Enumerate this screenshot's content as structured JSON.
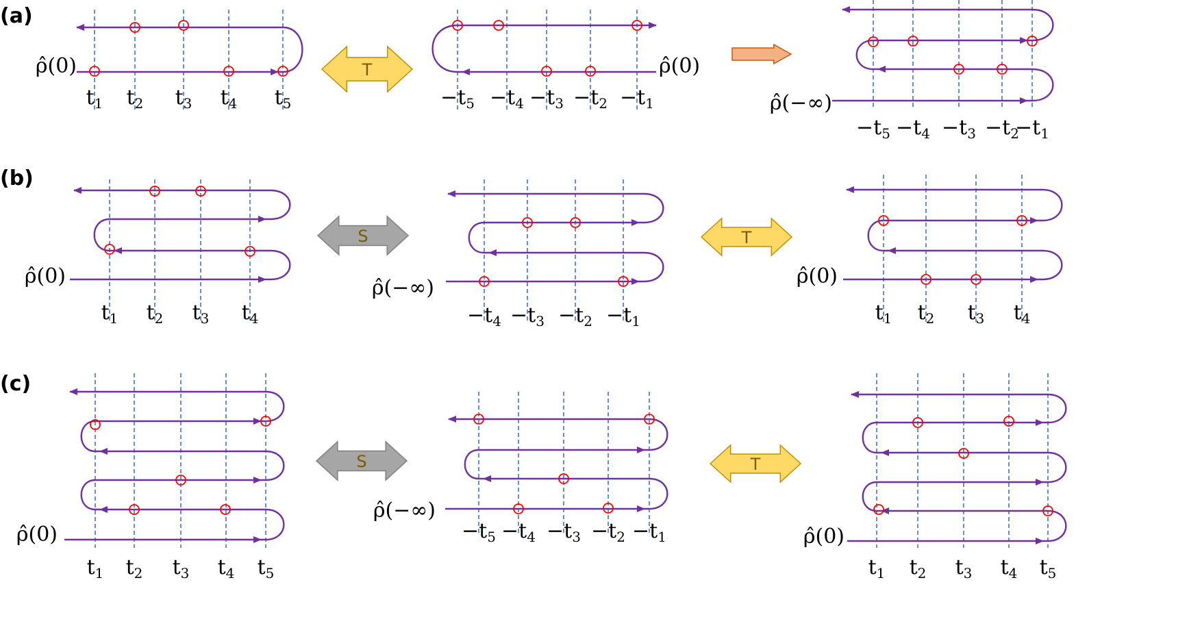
{
  "colors": {
    "contour": "#7030a0",
    "guide": "#4472c4",
    "marker": "#ff0000",
    "t_arrow": "#ffd966",
    "s_arrow": "#a6a6a6",
    "orange_arrow": "#f4b183"
  },
  "panels": [
    {
      "label": "(a)",
      "diagrams": [
        {
          "start": "ρ̂(0)",
          "ticks": [
            [
              "",
              "t",
              "1"
            ],
            [
              "",
              "t",
              "2"
            ],
            [
              "",
              "t",
              "3"
            ],
            [
              "",
              "t",
              "4"
            ],
            [
              "",
              "t",
              "5"
            ]
          ]
        },
        {
          "start": "ρ̂(0)",
          "ticks": [
            [
              "−",
              "t",
              "5"
            ],
            [
              "−",
              "t",
              "4"
            ],
            [
              "−",
              "t",
              "3"
            ],
            [
              "−",
              "t",
              "2"
            ],
            [
              "−",
              "t",
              "1"
            ]
          ]
        },
        {
          "start": "ρ̂(−∞)",
          "ticks": [
            [
              "−",
              "t",
              "5"
            ],
            [
              "−",
              "t",
              "4"
            ],
            [
              "−",
              "t",
              "3"
            ],
            [
              "−",
              "t",
              "2"
            ],
            [
              "−",
              "t",
              "1"
            ]
          ]
        }
      ],
      "connectors": [
        {
          "type": "T",
          "label": "T"
        },
        {
          "type": "arrow",
          "label": ""
        }
      ]
    },
    {
      "label": "(b)",
      "diagrams": [
        {
          "start": "ρ̂(0)",
          "ticks": [
            [
              "",
              "t",
              "1"
            ],
            [
              "",
              "t",
              "2"
            ],
            [
              "",
              "t",
              "3"
            ],
            [
              "",
              "t",
              "4"
            ]
          ]
        },
        {
          "start": "ρ̂(−∞)",
          "ticks": [
            [
              "−",
              "t",
              "4"
            ],
            [
              "−",
              "t",
              "3"
            ],
            [
              "−",
              "t",
              "2"
            ],
            [
              "−",
              "t",
              "1"
            ]
          ]
        },
        {
          "start": "ρ̂(0)",
          "ticks": [
            [
              "",
              "t",
              "1"
            ],
            [
              "",
              "t",
              "2"
            ],
            [
              "",
              "t",
              "3"
            ],
            [
              "",
              "t",
              "4"
            ]
          ]
        }
      ],
      "connectors": [
        {
          "type": "S",
          "label": "S"
        },
        {
          "type": "T",
          "label": "T"
        }
      ]
    },
    {
      "label": "(c)",
      "diagrams": [
        {
          "start": "ρ̂(0)",
          "ticks": [
            [
              "",
              "t",
              "1"
            ],
            [
              "",
              "t",
              "2"
            ],
            [
              "",
              "t",
              "3"
            ],
            [
              "",
              "t",
              "4"
            ],
            [
              "",
              "t",
              "5"
            ]
          ]
        },
        {
          "start": "ρ̂(−∞)",
          "ticks": [
            [
              "−",
              "t",
              "5"
            ],
            [
              "−",
              "t",
              "4"
            ],
            [
              "−",
              "t",
              "3"
            ],
            [
              "−",
              "t",
              "2"
            ],
            [
              "−",
              "t",
              "1"
            ]
          ]
        },
        {
          "start": "ρ̂(0)",
          "ticks": [
            [
              "",
              "t",
              "1"
            ],
            [
              "",
              "t",
              "2"
            ],
            [
              "",
              "t",
              "3"
            ],
            [
              "",
              "t",
              "4"
            ],
            [
              "",
              "t",
              "5"
            ]
          ]
        }
      ],
      "connectors": [
        {
          "type": "S",
          "label": "S"
        },
        {
          "type": "T",
          "label": "T"
        }
      ]
    }
  ]
}
